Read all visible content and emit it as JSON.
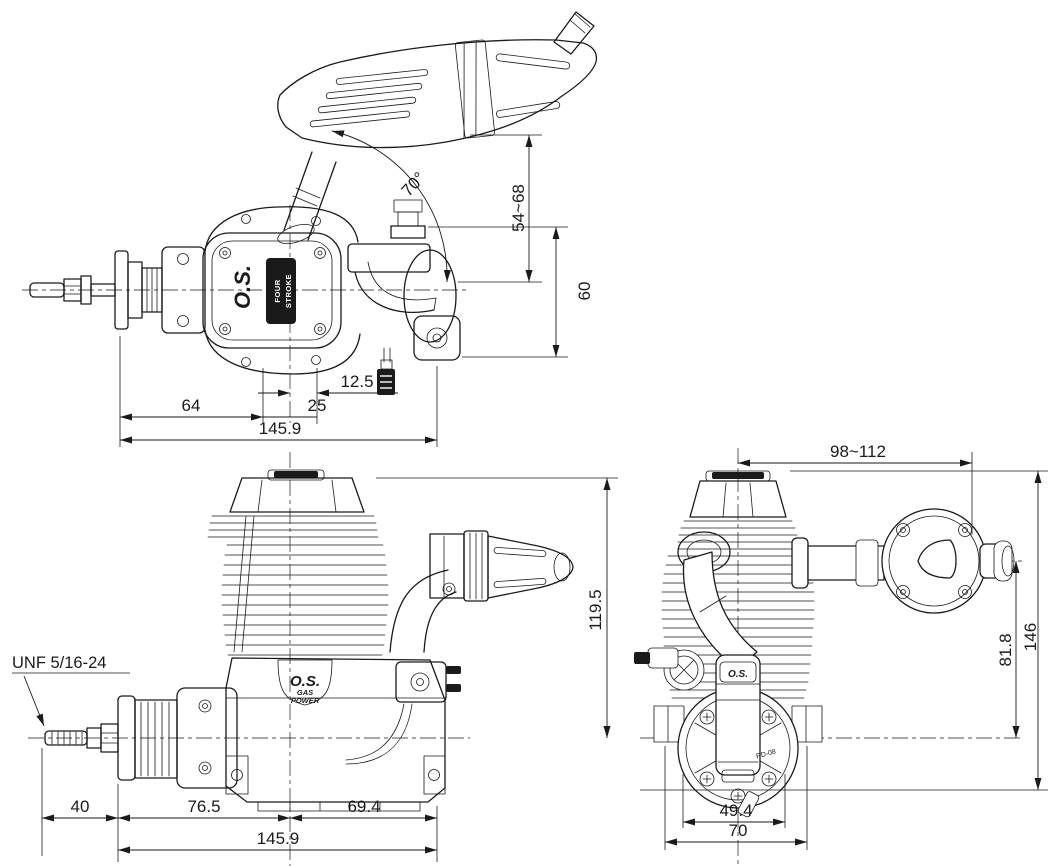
{
  "meta": {
    "subject": "Four-stroke gas engine three-view dimensional drawing",
    "line_color": "#1a1a1a",
    "background_color": "#ffffff"
  },
  "top_view": {
    "logo": "O.S.",
    "badge_line1": "FOUR",
    "badge_line2": "STROKE",
    "dims": {
      "muffler_angle": "70°",
      "outlet_height_range": "54~68",
      "carb_height": "60",
      "mount_offset": "12.5",
      "front_length": "64",
      "mount_span": "25",
      "overall_length": "145.9"
    }
  },
  "side_view": {
    "thread_label": "UNF 5/16-24",
    "logo": "O.S.",
    "logo_sub1": "GAS",
    "logo_sub2": "POWER",
    "dims": {
      "shaft_length": "40",
      "front_to_centerline": "76.5",
      "centerline_to_rear": "69.4",
      "overall_length": "145.9",
      "overall_height": "119.5"
    }
  },
  "rear_view": {
    "logo": "O.S.",
    "pump_label": "PD-08",
    "dims": {
      "muffler_reach_range": "98~112",
      "outlet_height": "81.8",
      "overall_height": "146",
      "pump_width": "49.4",
      "mount_width": "70"
    }
  }
}
